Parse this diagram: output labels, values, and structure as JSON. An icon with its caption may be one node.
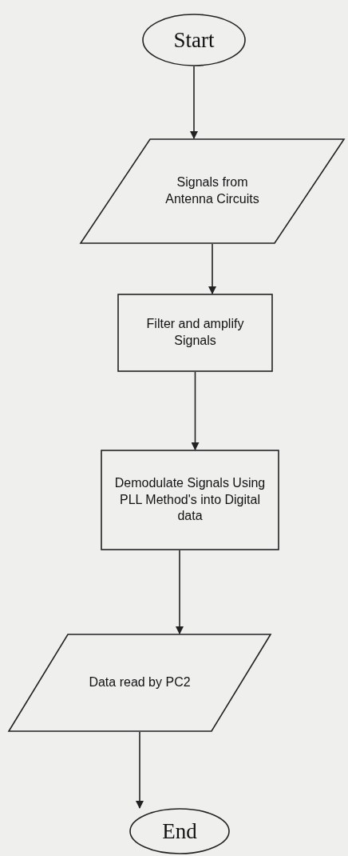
{
  "diagram": {
    "nodes": [
      {
        "text": [
          "Start"
        ]
      },
      {
        "text": [
          "Signals from Antenna Circuits"
        ]
      },
      {
        "text": [
          "Filter and amplify Signals"
        ]
      },
      {
        "text": [
          "Demodulate Signals Using PLL Method's into Digital data"
        ]
      },
      {
        "text": [
          "Data read by PC2"
        ]
      },
      {
        "text": [
          "End"
        ]
      }
    ],
    "edges": [
      {
        "from": 0,
        "to": 1,
        "arrow": "to"
      },
      {
        "from": 1,
        "to": 2,
        "arrow": "to"
      },
      {
        "from": 2,
        "to": 3,
        "arrow": "to"
      },
      {
        "from": 3,
        "to": 4,
        "arrow": "to"
      },
      {
        "from": 4,
        "to": 5,
        "arrow": "to"
      }
    ]
  }
}
